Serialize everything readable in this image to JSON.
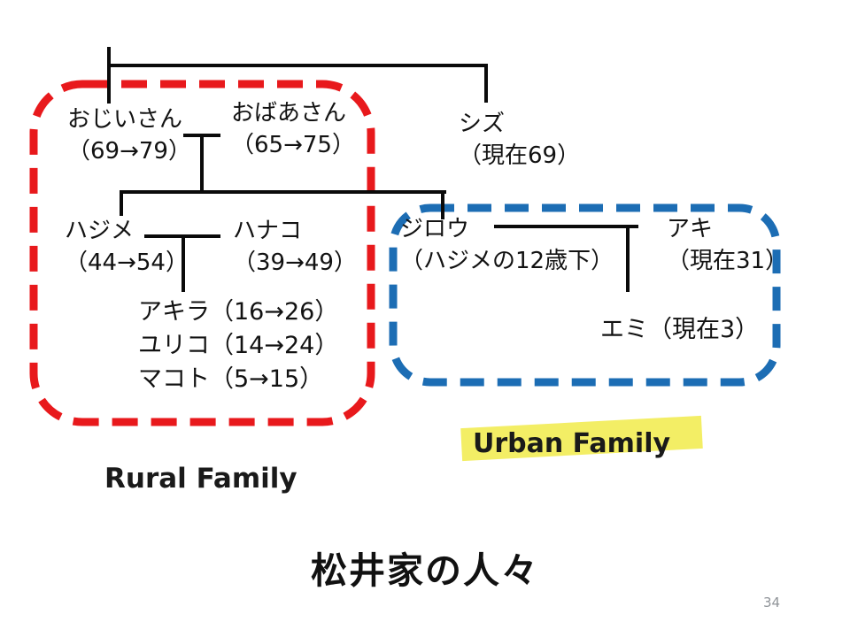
{
  "slide": {
    "title": "松井家の人々",
    "page_number": "34"
  },
  "groups": {
    "rural": {
      "label": "Rural Family",
      "border_color": "#e8191c"
    },
    "urban": {
      "label": "Urban Family",
      "border_color": "#1c6db4",
      "highlight_color": "#f3ee65"
    }
  },
  "people": {
    "grandfather": {
      "name": "おじいさん",
      "detail": "（69→79）"
    },
    "grandmother": {
      "name": "おばあさん",
      "detail": "（65→75）"
    },
    "shizu": {
      "name": "シズ",
      "detail": "（現在69）"
    },
    "hajime": {
      "name": "ハジメ",
      "detail": "（44→54）"
    },
    "hanako": {
      "name": "ハナコ",
      "detail": "（39→49）"
    },
    "jiro": {
      "name": "ジロウ",
      "detail": "（ハジメの12歳下）"
    },
    "aki": {
      "name": "アキ",
      "detail": "（現在31）"
    },
    "children_rural": [
      "アキラ（16→26）",
      "ユリコ（14→24）",
      "マコト（5→15）"
    ],
    "emi": {
      "label": "エミ（現在3）"
    }
  }
}
